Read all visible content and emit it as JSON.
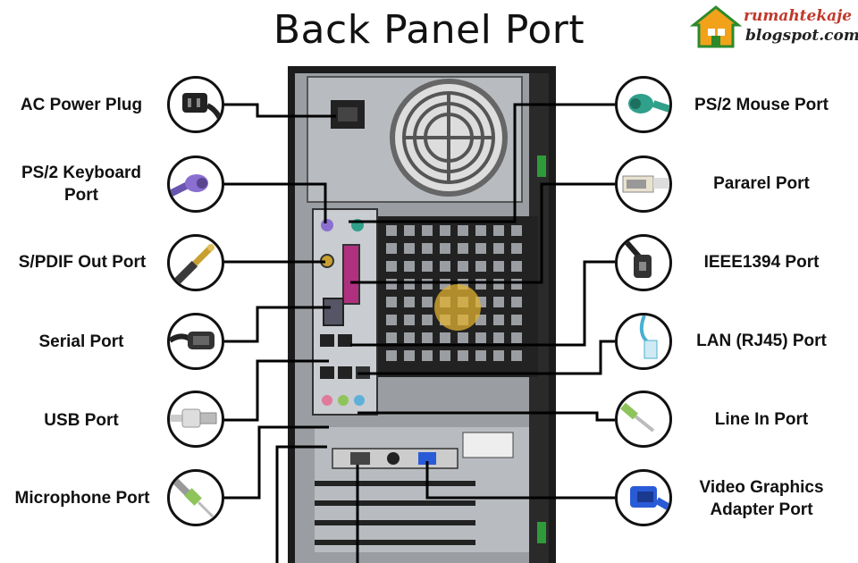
{
  "title": "Back Panel Port",
  "logo": {
    "brand": "rumahtekaje",
    "site": "blogspot.com"
  },
  "left_ports": [
    {
      "label": "AC Power Plug",
      "icon": "power-plug-icon"
    },
    {
      "label": "PS/2 Keyboard Port",
      "icon": "ps2-keyboard-connector-icon"
    },
    {
      "label": "S/PDIF Out Port",
      "icon": "spdif-connector-icon"
    },
    {
      "label": "Serial Port",
      "icon": "serial-connector-icon"
    },
    {
      "label": "USB Port",
      "icon": "usb-connector-icon"
    },
    {
      "label": "Microphone Port",
      "icon": "microphone-jack-icon"
    }
  ],
  "right_ports": [
    {
      "label": "PS/2 Mouse Port",
      "icon": "ps2-mouse-connector-icon"
    },
    {
      "label": "Pararel Port",
      "icon": "parallel-connector-icon"
    },
    {
      "label": "IEEE1394 Port",
      "icon": "firewire-connector-icon"
    },
    {
      "label": "LAN (RJ45) Port",
      "icon": "lan-cable-icon"
    },
    {
      "label": "Line In Port",
      "icon": "line-in-jack-icon"
    },
    {
      "label": "Video Graphics Adapter Port",
      "icon": "vga-connector-icon"
    }
  ],
  "colors": {
    "keyboard_port": "#8a6fd1",
    "mouse_port": "#2fa08a",
    "mic_jack": "#e07a9a",
    "line_in_jack": "#5fb0d8",
    "line_out_jack": "#8ec45a",
    "vga_connector": "#2a5bd7",
    "case_metal": "#9a9ea2",
    "case_frame": "#1c1c1c"
  }
}
